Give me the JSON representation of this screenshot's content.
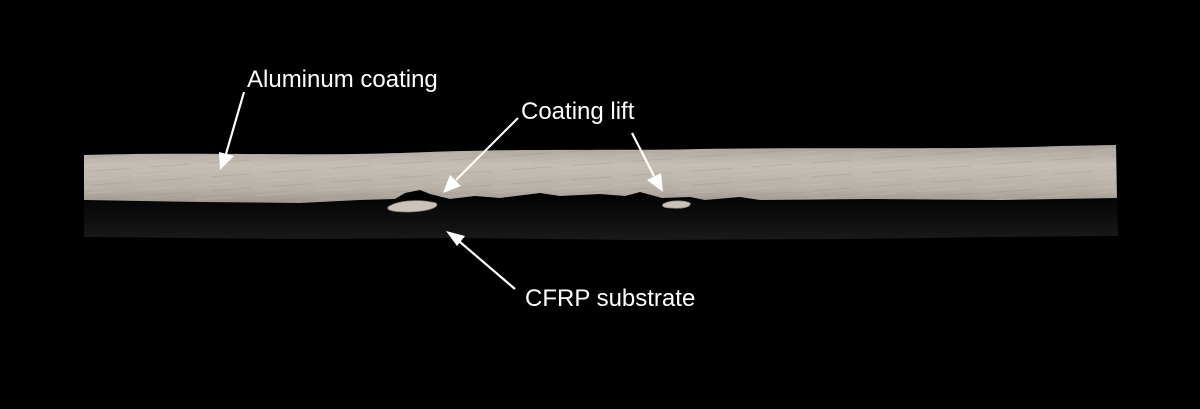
{
  "annotations": {
    "aluminum_coating": "Aluminum coating",
    "coating_lift": "Coating lift",
    "cfrp_substrate": "CFRP substrate"
  },
  "colors": {
    "background": "#000000",
    "coating": "#bdb6ad",
    "substrate": "#0d0d0d",
    "annotation": "#ffffff"
  }
}
